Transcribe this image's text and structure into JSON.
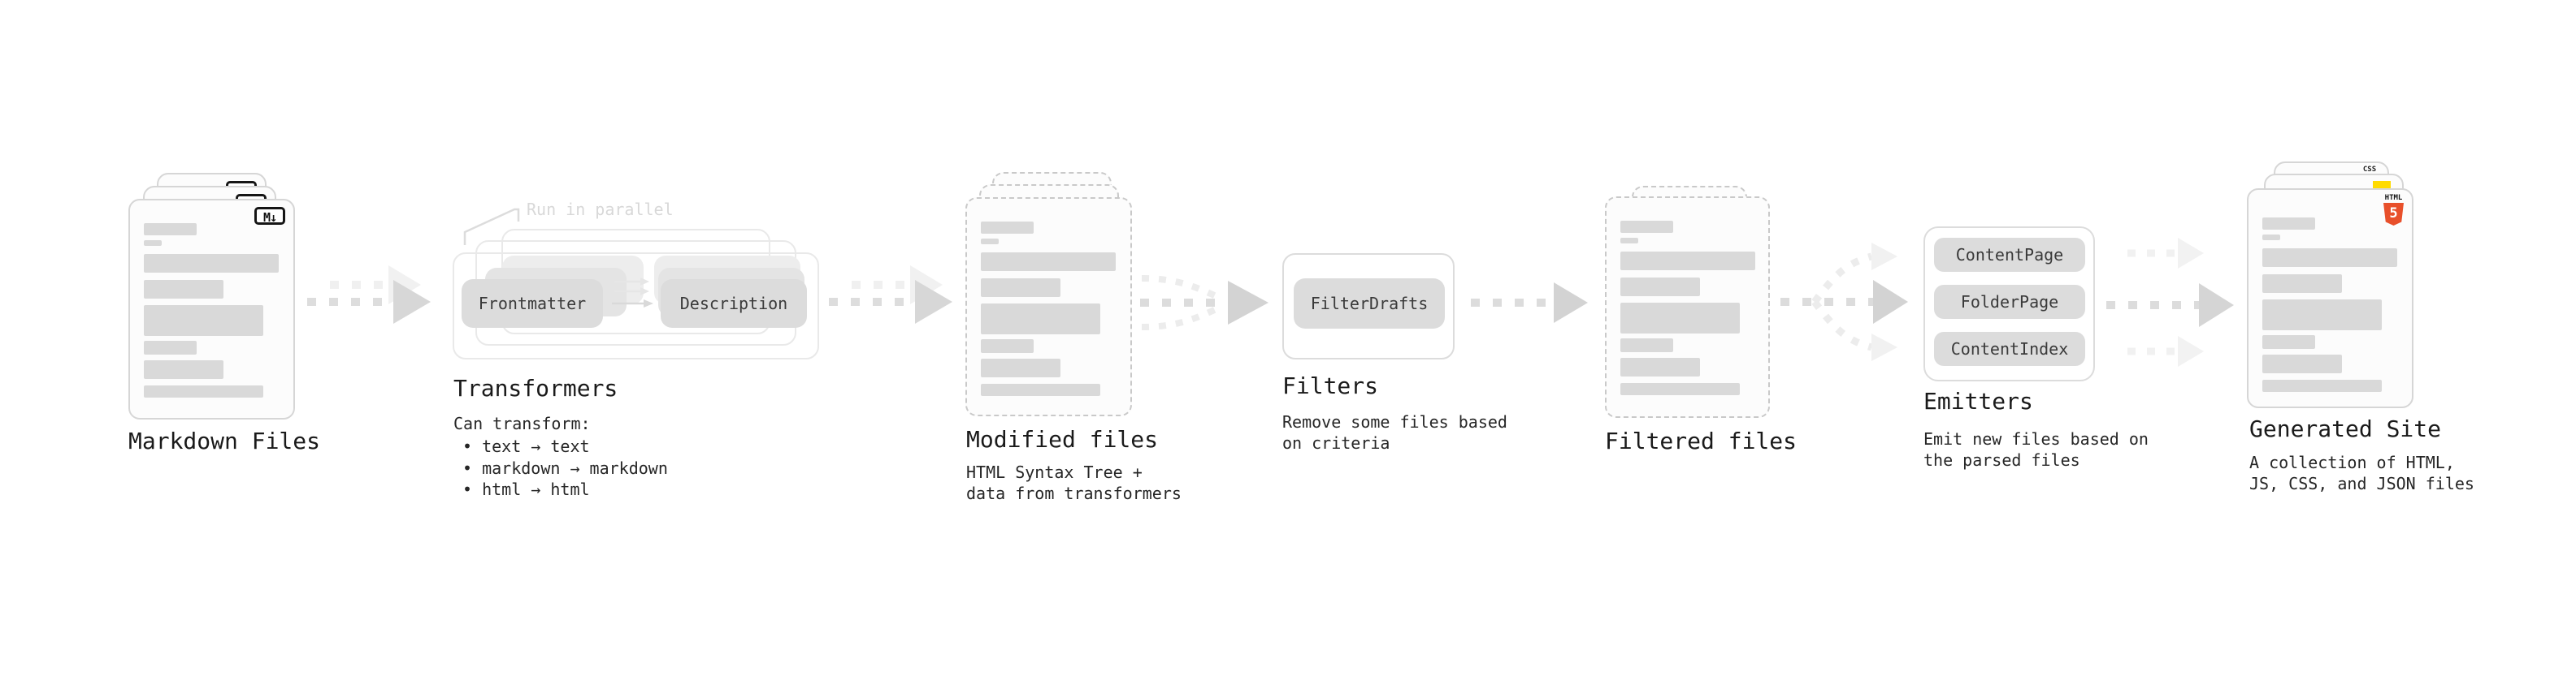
{
  "palette": {
    "card_border": "#d6d6d6",
    "dashed_border": "#c9c9c9",
    "placeholder_bar": "#d9d9d9",
    "pill_fill": "#dcdcdc",
    "arrow_gray": "#dcdcdc",
    "arrow_faint": "#f1f1f1",
    "title_text": "#1a1a1a",
    "body_text": "#262626",
    "note_text": "#d8d8d8",
    "markdown_badge_ink": "#151515",
    "html5_orange": "#e8502b",
    "js_yellow": "#ffdb00",
    "css_blue": "#3c79f0"
  },
  "stages": {
    "markdown": {
      "title": "Markdown Files",
      "badge": "M↓"
    },
    "transformers": {
      "note": "Run in parallel",
      "pill_frontmatter": "Frontmatter",
      "pill_description": "Description",
      "title": "Transformers",
      "desc": "Can transform:",
      "bullets": [
        "• text → text",
        "• markdown → markdown",
        "• html → html"
      ]
    },
    "modified": {
      "title": "Modified files",
      "subtitle": "HTML Syntax Tree +\ndata from transformers"
    },
    "filters": {
      "title": "Filters",
      "pill": "FilterDrafts",
      "subtitle": "Remove some files based\non criteria"
    },
    "filtered": {
      "title": "Filtered files"
    },
    "emitters": {
      "title": "Emitters",
      "pills": [
        "ContentPage",
        "FolderPage",
        "ContentIndex"
      ],
      "subtitle": "Emit new files based on\nthe parsed files"
    },
    "generated": {
      "title": "Generated Site",
      "subtitle": "A collection of HTML,\nJS, CSS, and JSON files",
      "css_badge": "CSS",
      "html_badge": "HTML",
      "html_badge_number": "5"
    }
  }
}
